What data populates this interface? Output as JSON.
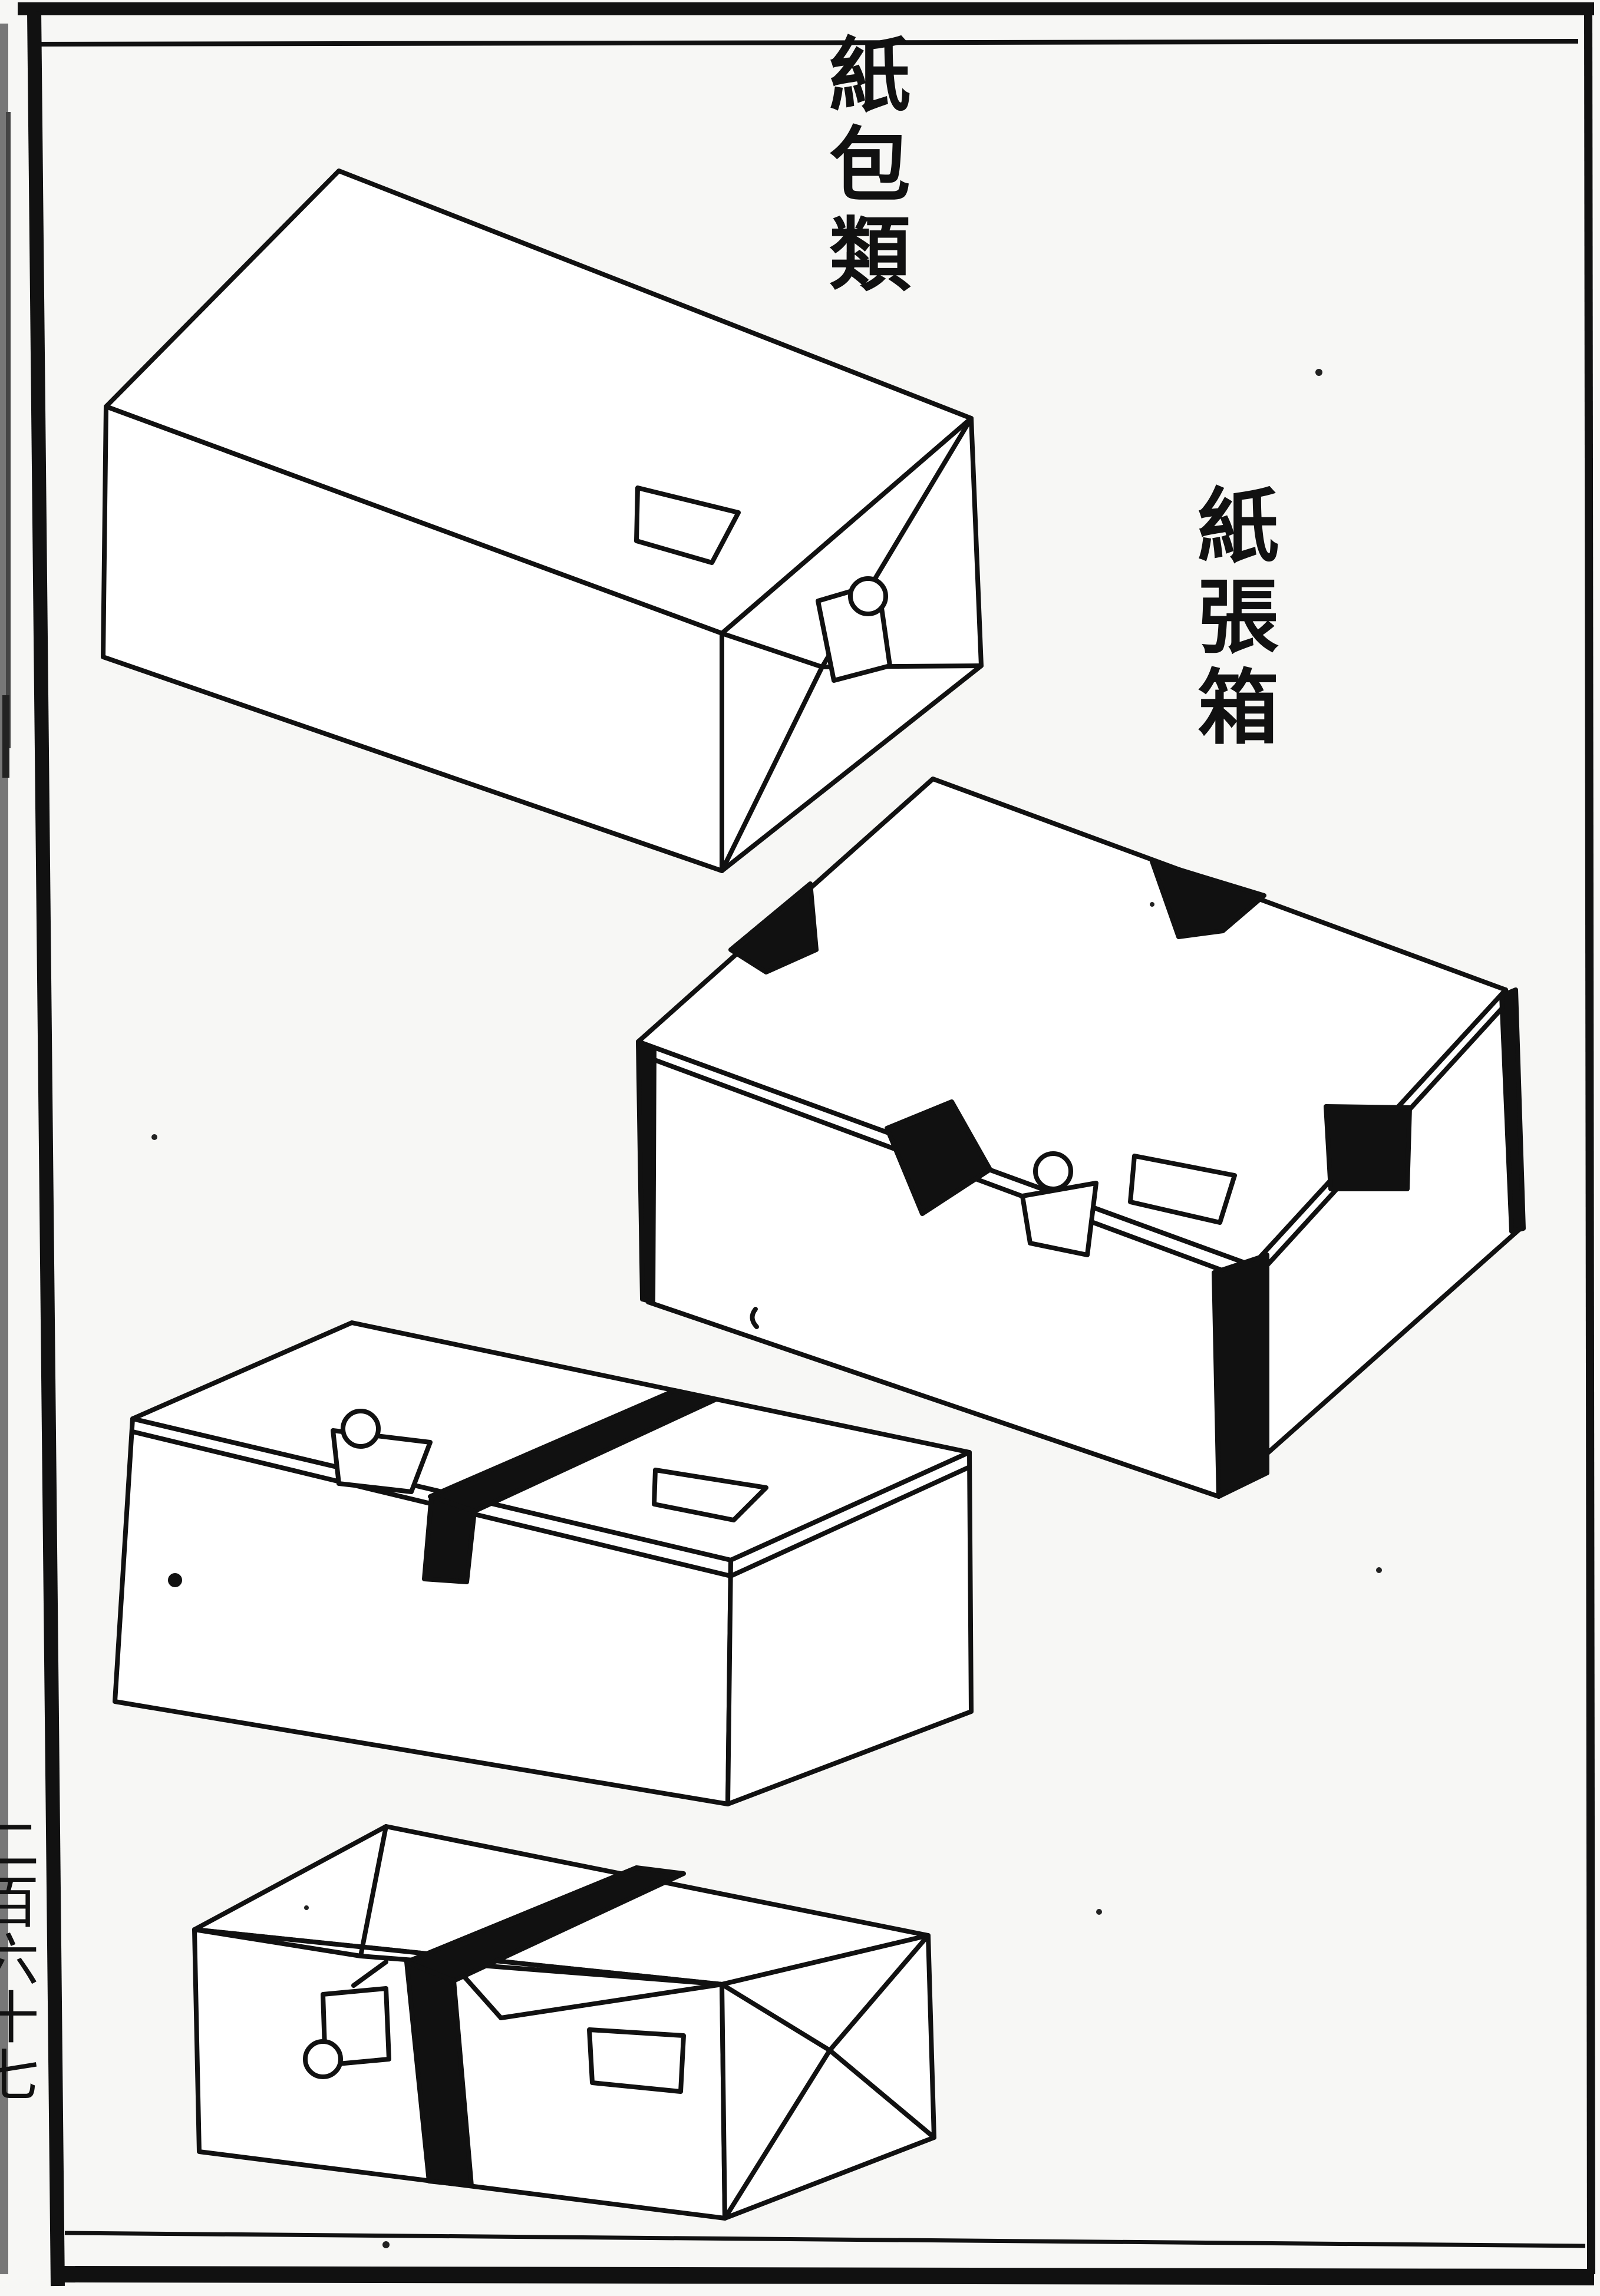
{
  "titles": {
    "paper_wrap": "紙包類",
    "paper_box": "紙張箱"
  },
  "page_number": "二百六十七",
  "colors": {
    "ink": "#111111",
    "paper": "#f7f7f5",
    "box_face": "#ffffff"
  }
}
